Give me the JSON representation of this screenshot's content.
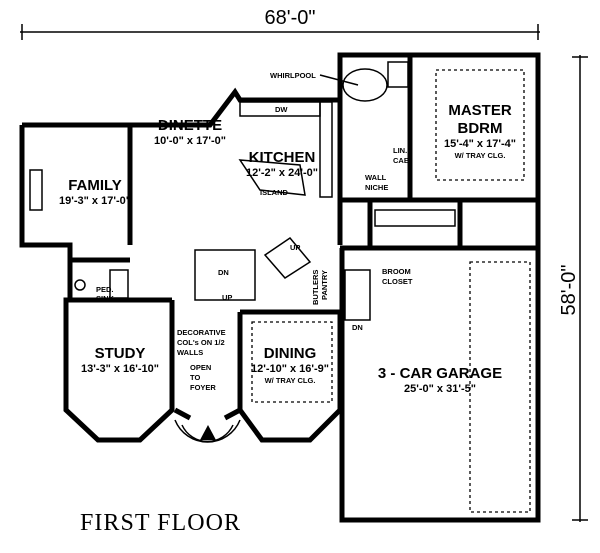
{
  "dimensions": {
    "width": "68'-0\"",
    "depth": "58'-0\""
  },
  "title": "FIRST FLOOR",
  "rooms": {
    "family": {
      "name": "FAMILY",
      "size": "19'-3\" x 17'-0\""
    },
    "dinette": {
      "name": "DINETTE",
      "size": "10'-0\" x 17'-0\""
    },
    "kitchen": {
      "name": "KITCHEN",
      "size": "12'-2\" x 24'-0\""
    },
    "master": {
      "name1": "MASTER",
      "name2": "BDRM",
      "size": "15'-4\" x 17'-4\"",
      "note": "W/ TRAY CLG."
    },
    "study": {
      "name": "STUDY",
      "size": "13'-3\" x 16'-10\""
    },
    "dining": {
      "name": "DINING",
      "size": "12'-10\" x 16'-9\"",
      "note": "W/ TRAY CLG."
    },
    "garage": {
      "name": "3 - CAR GARAGE",
      "size": "25'-0\" x 31'-5\""
    }
  },
  "notes": {
    "whirlpool": "WHIRLPOOL",
    "island": "ISLAND",
    "dw": "DW",
    "wall_niche_1": "WALL",
    "wall_niche_2": "NICHE",
    "lin_1": "LIN.",
    "lin_2": "CAB.",
    "broom_1": "BROOM",
    "broom_2": "CLOSET",
    "butlers_1": "BUTLERS",
    "butlers_2": "PANTRY",
    "ped_1": "PED.",
    "ped_2": "SINK",
    "decor_1": "DECORATIVE",
    "decor_2": "COL's ON 1/2",
    "decor_3": "WALLS",
    "open_1": "OPEN",
    "open_2": "TO",
    "open_3": "FOYER",
    "up1": "UP",
    "up2": "UP",
    "dn1": "DN",
    "dn2": "DN"
  }
}
